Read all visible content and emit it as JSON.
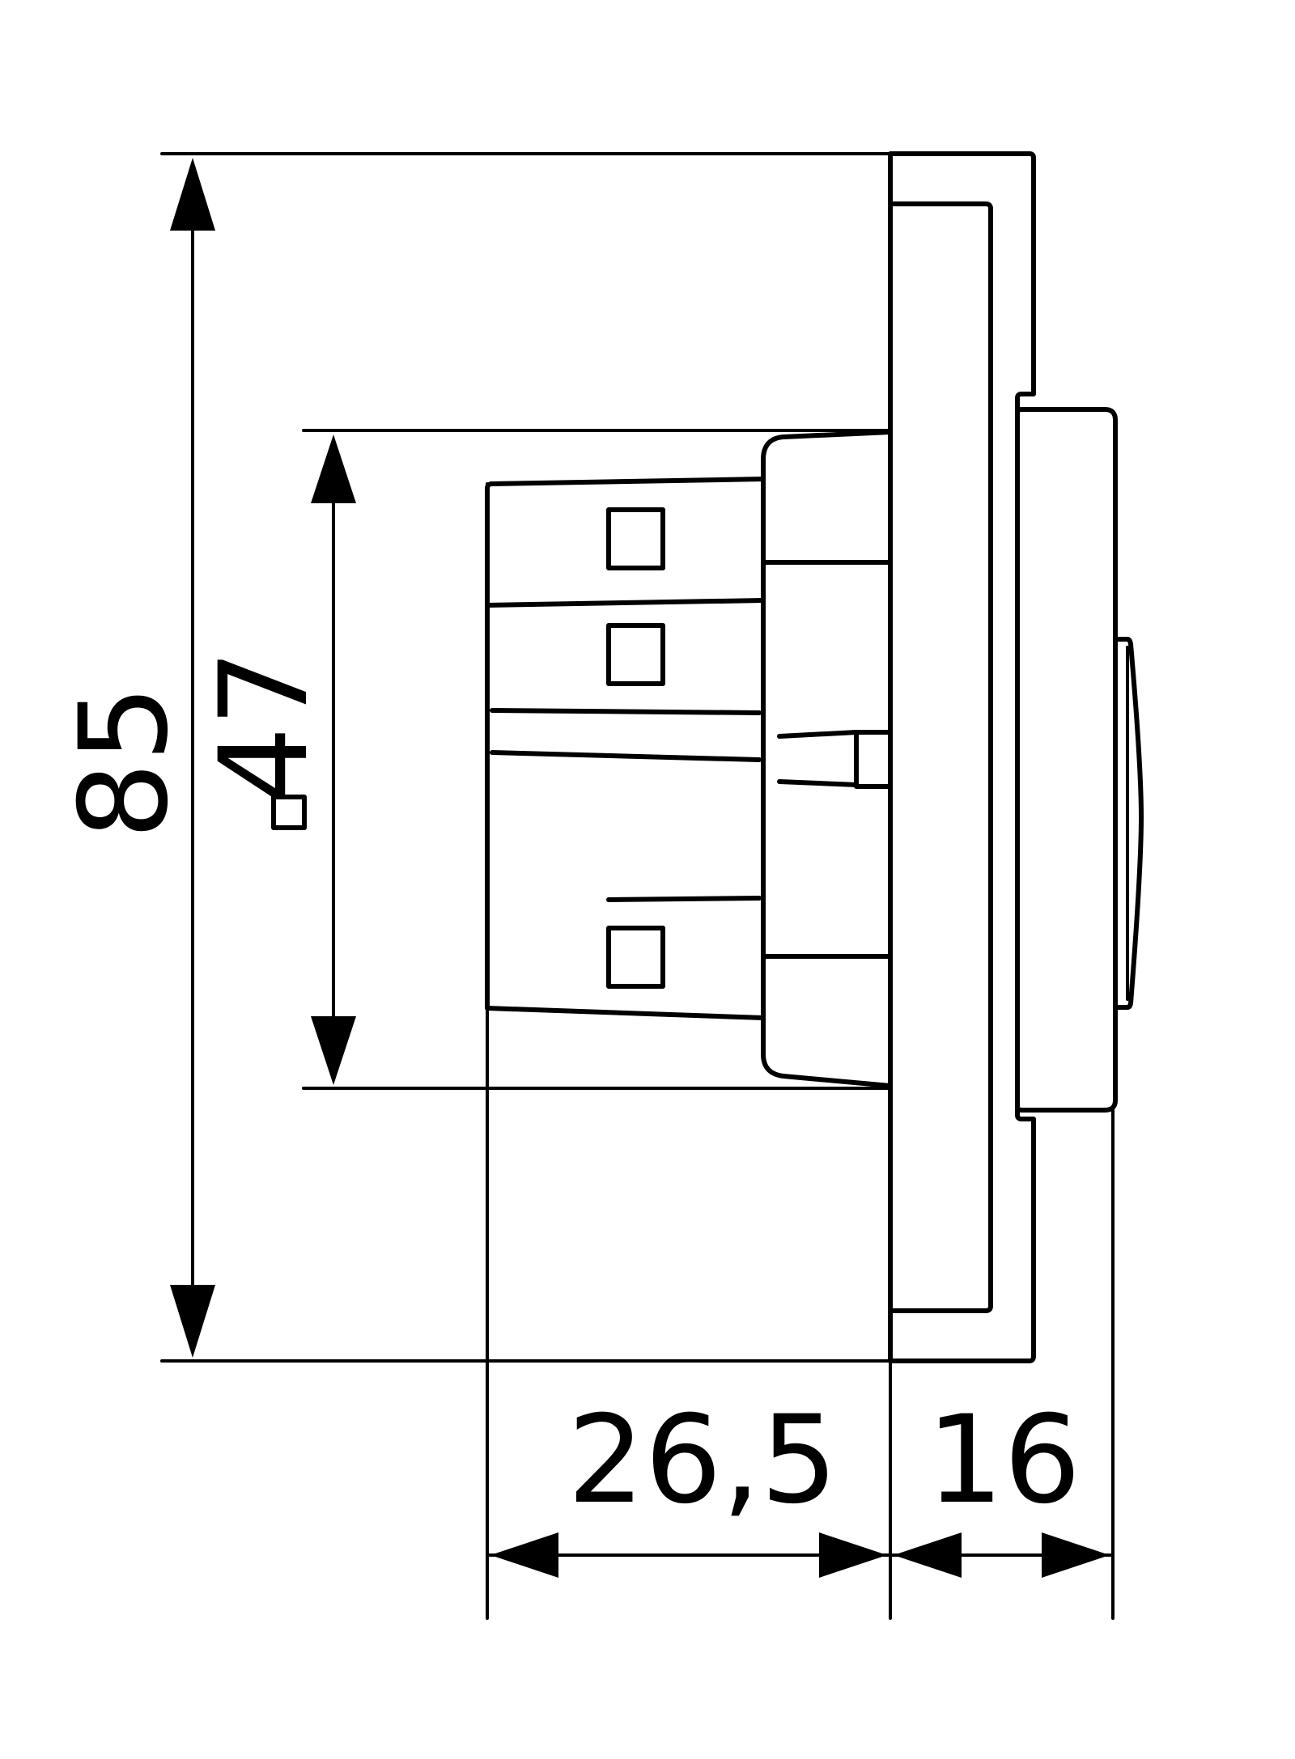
{
  "dimensions": {
    "overall_height": "85",
    "module_square": "47",
    "module_square_symbol": "square-symbol",
    "depth_behind_plate": "26,5",
    "depth_front": "16"
  },
  "colors": {
    "line": "#000000",
    "background": "#ffffff"
  }
}
